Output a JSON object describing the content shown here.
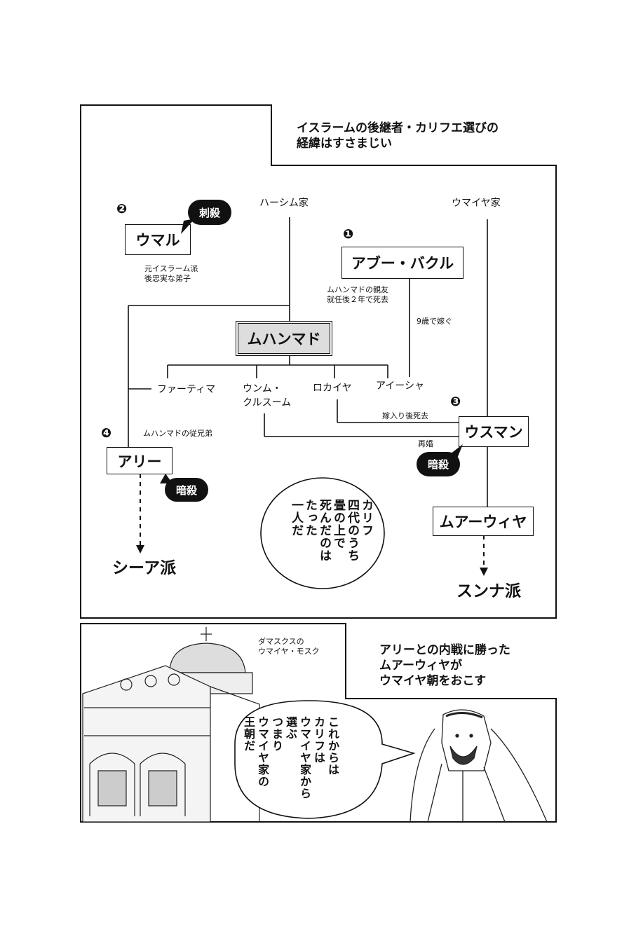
{
  "top_panel": {
    "caption": [
      "イスラームの後継者・カリフエ選びの",
      "経緯はすさまじい"
    ],
    "families": {
      "hashim": "ハーシム家",
      "umayya": "ウマイヤ家"
    },
    "caliphs": [
      {
        "order": "❶",
        "name": "アブー・バクル",
        "note": [
          "ムハンマドの親友",
          "就任後２年で死去"
        ]
      },
      {
        "order": "❷",
        "name": "ウマル",
        "note": [
          "元イスラーム派",
          "後忠実な弟子"
        ],
        "fate": "刺殺"
      },
      {
        "order": "❸",
        "name": "ウスマン",
        "fate": "暗殺"
      },
      {
        "order": "❹",
        "name": "アリー",
        "note": [
          "ムハンマドの従兄弟"
        ],
        "fate": "暗殺"
      }
    ],
    "muhammad": "ムハンマド",
    "daughters": [
      "ファーティマ",
      "ウンム・",
      "クルスーム",
      "ロカイヤ",
      "アイーシャ"
    ],
    "labels": {
      "married_9": "9歳で嫁ぐ",
      "died_after_marriage": "嫁入り後死去",
      "remarried": "再婚"
    },
    "muawiya": "ムアーウィヤ",
    "sects": {
      "shia": "シーア派",
      "sunni": "スンナ派"
    },
    "bubble": [
      "カリフ",
      "四代のうち",
      "畳の上で",
      "死んだのは",
      "たった",
      "一人だ"
    ]
  },
  "bottom_panel": {
    "mosque_label": [
      "ダマスクスの",
      "ウマイヤ・モスク"
    ],
    "caption": [
      "アリーとの内戦に勝った",
      "ムアーウィヤが",
      "ウマイヤ朝をおこす"
    ],
    "speech": [
      "これからは",
      "カリフは",
      "ウマイヤ家から",
      "選ぶ",
      "つまり",
      "ウマイヤ家の",
      "王朝だ"
    ]
  }
}
